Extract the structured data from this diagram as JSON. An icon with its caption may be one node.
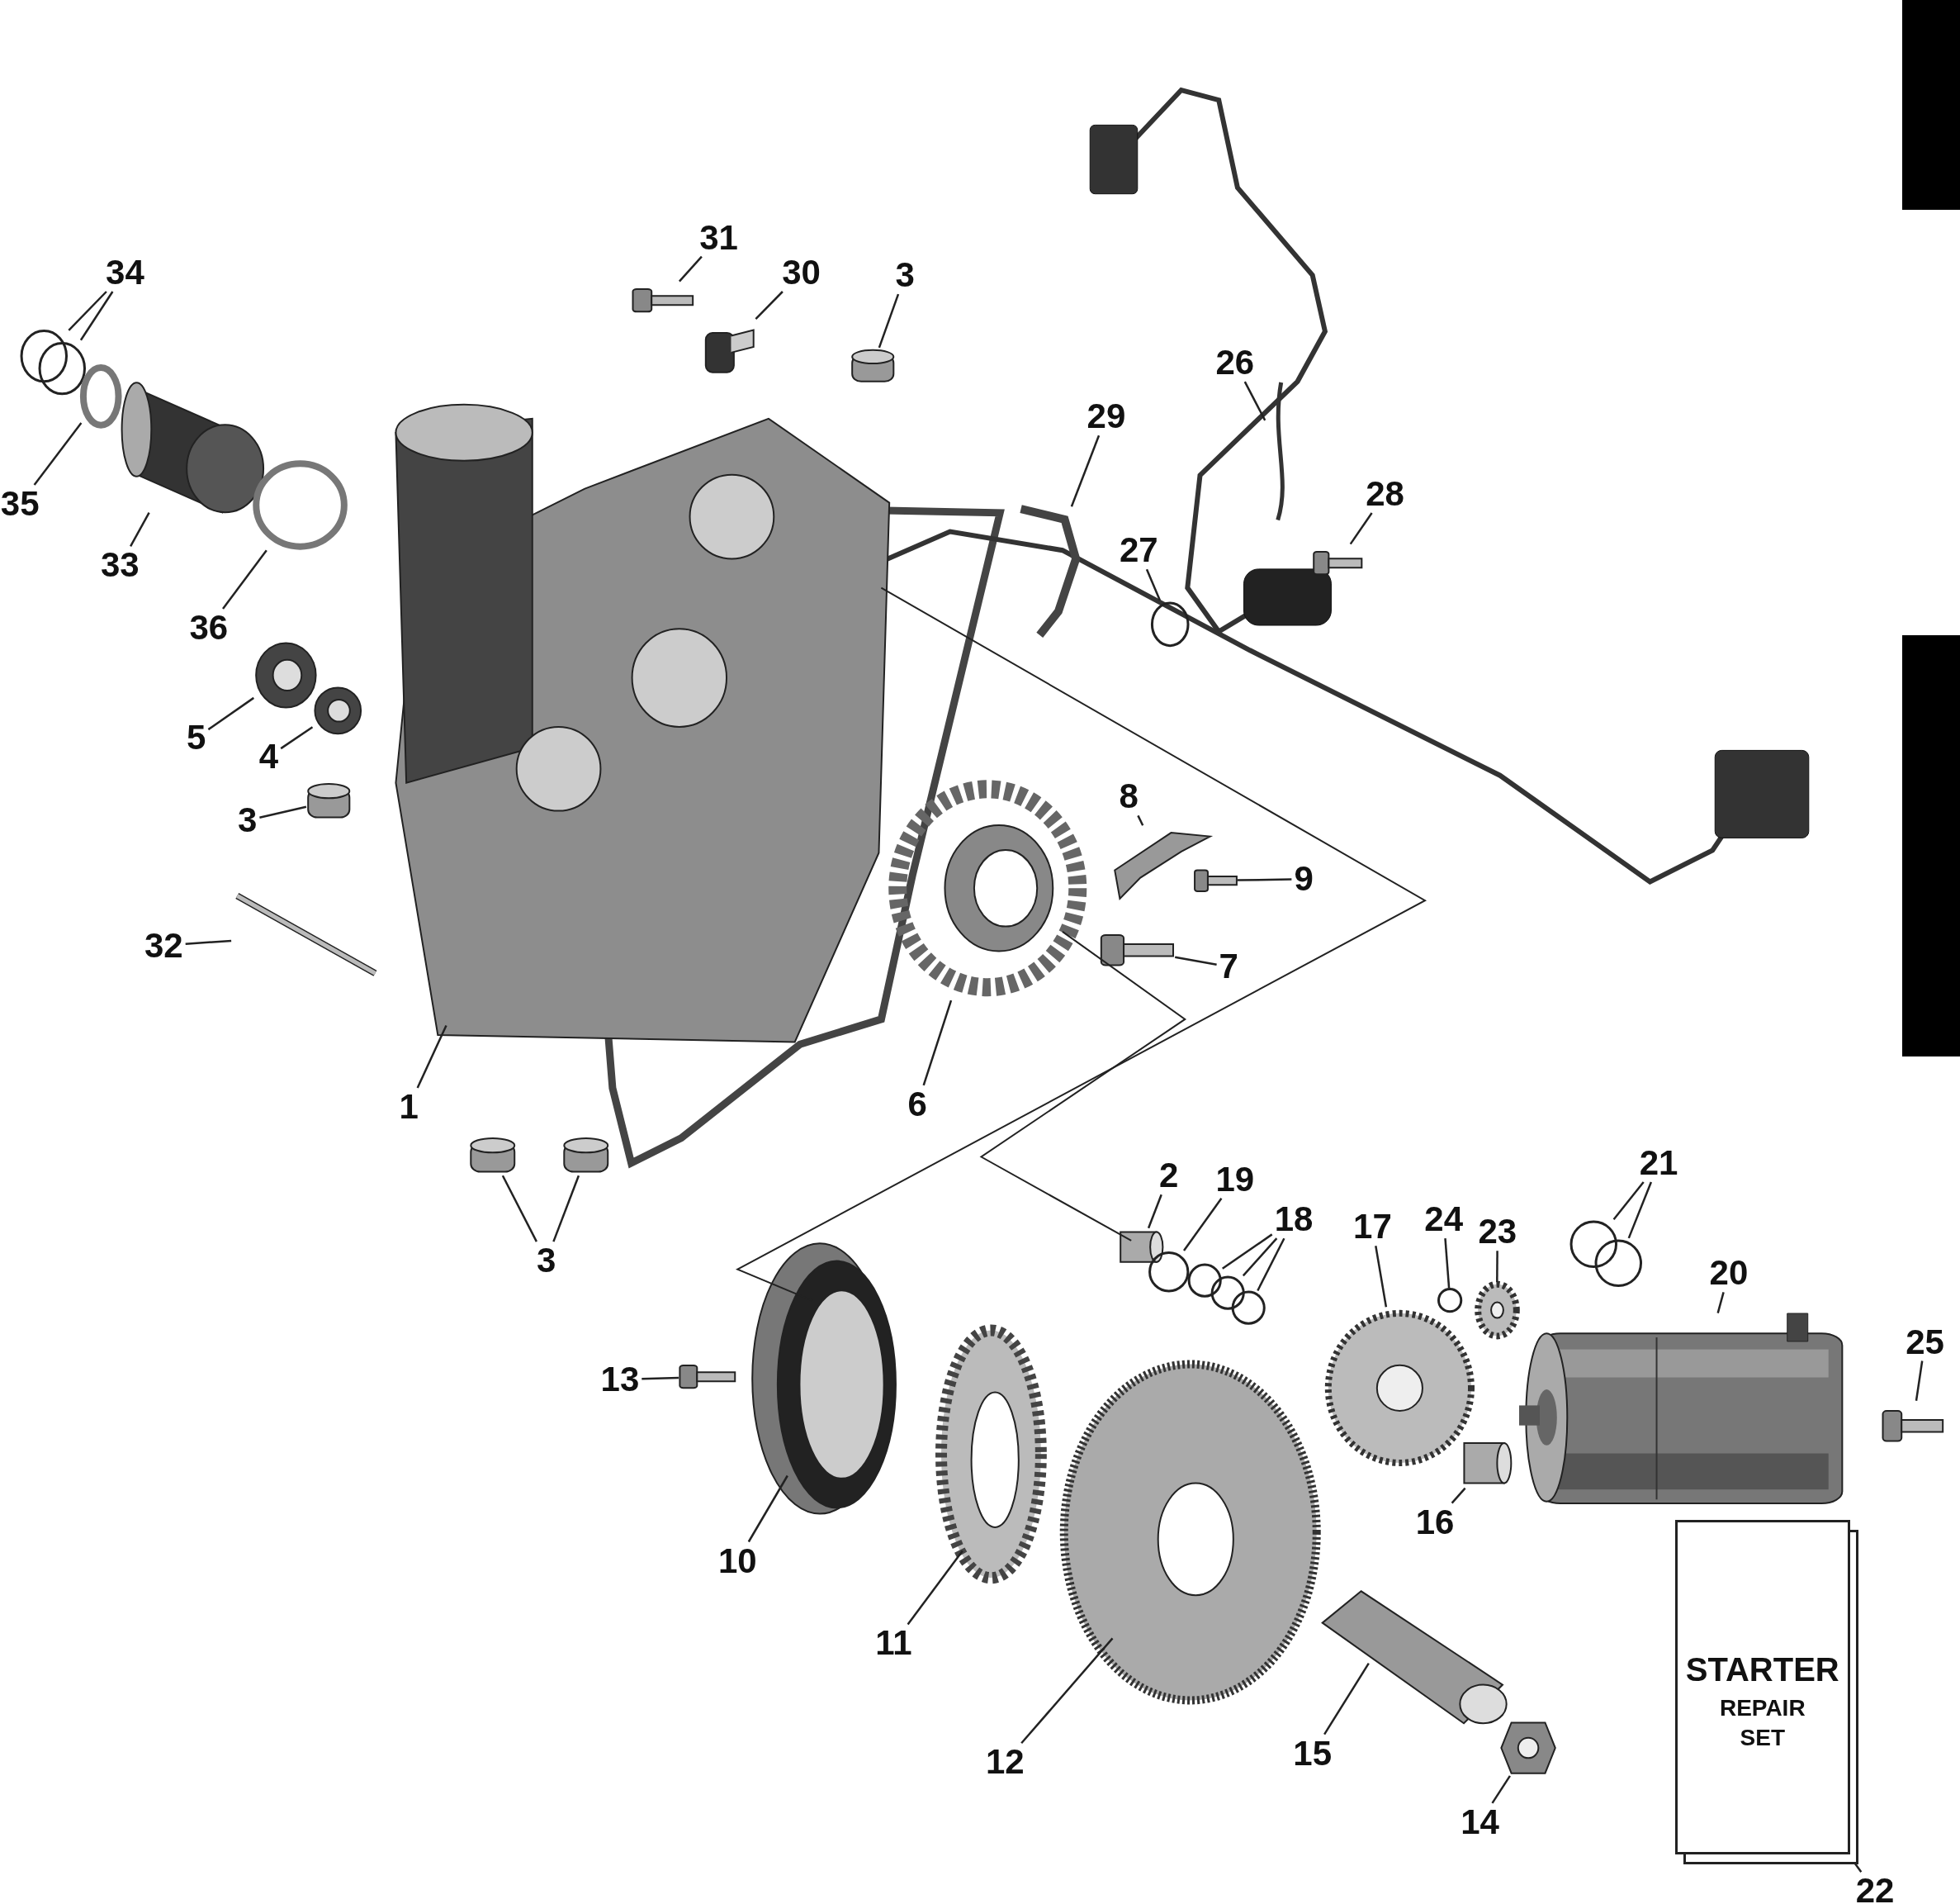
{
  "diagram": {
    "nodes": [
      {
        "text": [
          "34"
        ]
      },
      {
        "text": [
          "31"
        ]
      },
      {
        "text": [
          "30"
        ]
      },
      {
        "text": [
          "3"
        ]
      },
      {
        "text": [
          "26"
        ]
      },
      {
        "text": [
          "29"
        ]
      },
      {
        "text": [
          "35"
        ]
      },
      {
        "text": [
          "28"
        ]
      },
      {
        "text": [
          "27"
        ]
      },
      {
        "text": [
          "33"
        ]
      },
      {
        "text": [
          "36"
        ]
      },
      {
        "text": [
          "5"
        ]
      },
      {
        "text": [
          "4"
        ]
      },
      {
        "text": [
          "8"
        ]
      },
      {
        "text": [
          "3"
        ]
      },
      {
        "text": [
          "9"
        ]
      },
      {
        "text": [
          "32"
        ]
      },
      {
        "text": [
          "7"
        ]
      },
      {
        "text": [
          "1"
        ]
      },
      {
        "text": [
          "6"
        ]
      },
      {
        "text": [
          "2"
        ]
      },
      {
        "text": [
          "19"
        ]
      },
      {
        "text": [
          "21"
        ]
      },
      {
        "text": [
          "18"
        ]
      },
      {
        "text": [
          "17"
        ]
      },
      {
        "text": [
          "24"
        ]
      },
      {
        "text": [
          "3"
        ]
      },
      {
        "text": [
          "23"
        ]
      },
      {
        "text": [
          "20"
        ]
      },
      {
        "text": [
          "25"
        ]
      },
      {
        "text": [
          "13"
        ]
      },
      {
        "text": [
          "16"
        ]
      },
      {
        "text": [
          "10"
        ]
      },
      {
        "text": [
          "11"
        ]
      },
      {
        "text": [
          "15"
        ]
      },
      {
        "text": [
          "12"
        ]
      },
      {
        "text": [
          "14"
        ]
      },
      {
        "text": [
          "22"
        ]
      },
      {
        "text": [
          "STARTER",
          "REPAIR SET"
        ]
      },
      {
        "text": [],
        "shape": "circle"
      },
      {
        "text": [],
        "shape": "circle"
      },
      {
        "text": [],
        "shape": "picture"
      },
      {
        "text": [],
        "shape": "box"
      },
      {
        "text": [],
        "shape": "cylinder"
      },
      {
        "text": [],
        "shape": "picture"
      },
      {
        "text": [],
        "shape": "picture"
      },
      {
        "text": [],
        "shape": "circle"
      },
      {
        "text": [],
        "shape": "picture"
      },
      {
        "text": [],
        "shape": "circle"
      },
      {
        "text": [],
        "shape": "cylinder"
      },
      {
        "text": [],
        "shape": "circle"
      },
      {
        "text": [],
        "shape": "circle"
      },
      {
        "text": [],
        "shape": "circle"
      },
      {
        "text": [],
        "shape": "picture"
      },
      {
        "text": [],
        "shape": "cylinder"
      },
      {
        "text": [],
        "shape": "picture"
      },
      {
        "text": [],
        "shape": "picture"
      },
      {
        "text": [],
        "shape": "picture"
      },
      {
        "text": [],
        "shape": "picture"
      },
      {
        "text": [],
        "shape": "picture"
      },
      {
        "text": [],
        "shape": "cylinder"
      },
      {
        "text": [],
        "shape": "circle"
      },
      {
        "text": [],
        "shape": "circle"
      },
      {
        "text": [],
        "shape": "circle"
      },
      {
        "text": [],
        "shape": "circle"
      },
      {
        "text": [],
        "shape": "circle"
      },
      {
        "text": [],
        "shape": "circle"
      },
      {
        "text": [],
        "shape": "picture"
      },
      {
        "text": [],
        "shape": "circle"
      },
      {
        "text": [],
        "shape": "cylinder"
      },
      {
        "text": [],
        "shape": "cylinder"
      },
      {
        "text": [],
        "shape": "picture"
      },
      {
        "text": [],
        "shape": "picture"
      },
      {
        "text": [],
        "shape": "picture"
      },
      {
        "text": [],
        "shape": "picture"
      },
      {
        "text": [],
        "shape": "cylinder"
      },
      {
        "text": [],
        "shape": "picture"
      },
      {
        "text": [],
        "shape": "picture"
      },
      {
        "text": [],
        "shape": "cylinder"
      },
      {
        "text": [],
        "shape": "picture"
      },
      {
        "text": [],
        "shape": "cylinder"
      }
    ],
    "edges": [
      {
        "from": 0,
        "to": 39,
        "arrow": "none"
      },
      {
        "from": 0,
        "to": 40,
        "arrow": "none"
      },
      {
        "from": 1,
        "to": 41,
        "arrow": "none"
      },
      {
        "from": 2,
        "to": 42,
        "arrow": "none"
      },
      {
        "from": 3,
        "to": 43,
        "arrow": "none"
      },
      {
        "from": 4,
        "to": 44,
        "arrow": "none"
      },
      {
        "from": 5,
        "to": 45,
        "arrow": "none"
      },
      {
        "from": 6,
        "to": 46,
        "arrow": "none"
      },
      {
        "from": 7,
        "to": 47,
        "arrow": "none"
      },
      {
        "from": 8,
        "to": 48,
        "arrow": "none"
      },
      {
        "from": 9,
        "to": 49,
        "arrow": "none"
      },
      {
        "from": 10,
        "to": 50,
        "arrow": "none"
      },
      {
        "from": 11,
        "to": 51,
        "arrow": "none"
      },
      {
        "from": 12,
        "to": 52,
        "arrow": "none"
      },
      {
        "from": 13,
        "to": 53,
        "arrow": "none"
      },
      {
        "from": 14,
        "to": 54,
        "arrow": "none"
      },
      {
        "from": 15,
        "to": 55,
        "arrow": "none"
      },
      {
        "from": 16,
        "to": 56,
        "arrow": "none"
      },
      {
        "from": 17,
        "to": 57,
        "arrow": "none"
      },
      {
        "from": 18,
        "to": 58,
        "arrow": "none"
      },
      {
        "from": 19,
        "to": 59,
        "arrow": "none"
      },
      {
        "from": 20,
        "to": 60,
        "arrow": "none"
      },
      {
        "from": 21,
        "to": 61,
        "arrow": "none"
      },
      {
        "from": 22,
        "to": 62,
        "arrow": "none"
      },
      {
        "from": 22,
        "to": 63,
        "arrow": "none"
      },
      {
        "from": 23,
        "to": 64,
        "arrow": "none"
      },
      {
        "from": 23,
        "to": 65,
        "arrow": "none"
      },
      {
        "from": 23,
        "to": 66,
        "arrow": "none"
      },
      {
        "from": 24,
        "to": 67,
        "arrow": "none"
      },
      {
        "from": 25,
        "to": 68,
        "arrow": "none"
      },
      {
        "from": 26,
        "to": 69,
        "arrow": "none"
      },
      {
        "from": 26,
        "to": 70,
        "arrow": "none"
      },
      {
        "from": 27,
        "to": 71,
        "arrow": "none"
      },
      {
        "from": 28,
        "to": 72,
        "arrow": "none"
      },
      {
        "from": 29,
        "to": 73,
        "arrow": "none"
      },
      {
        "from": 30,
        "to": 74,
        "arrow": "none"
      },
      {
        "from": 31,
        "to": 75,
        "arrow": "none"
      },
      {
        "from": 32,
        "to": 76,
        "arrow": "none"
      },
      {
        "from": 33,
        "to": 77,
        "arrow": "none"
      },
      {
        "from": 34,
        "to": 78,
        "arrow": "none"
      },
      {
        "from": 35,
        "to": 79,
        "arrow": "none"
      },
      {
        "from": 36,
        "to": 80,
        "arrow": "none"
      },
      {
        "from": 37,
        "to": 38,
        "arrow": "none"
      },
      {
        "from": 59,
        "to": 60,
        "arrow": "none"
      },
      {
        "from": 58,
        "to": 76,
        "arrow": "none"
      }
    ]
  }
}
